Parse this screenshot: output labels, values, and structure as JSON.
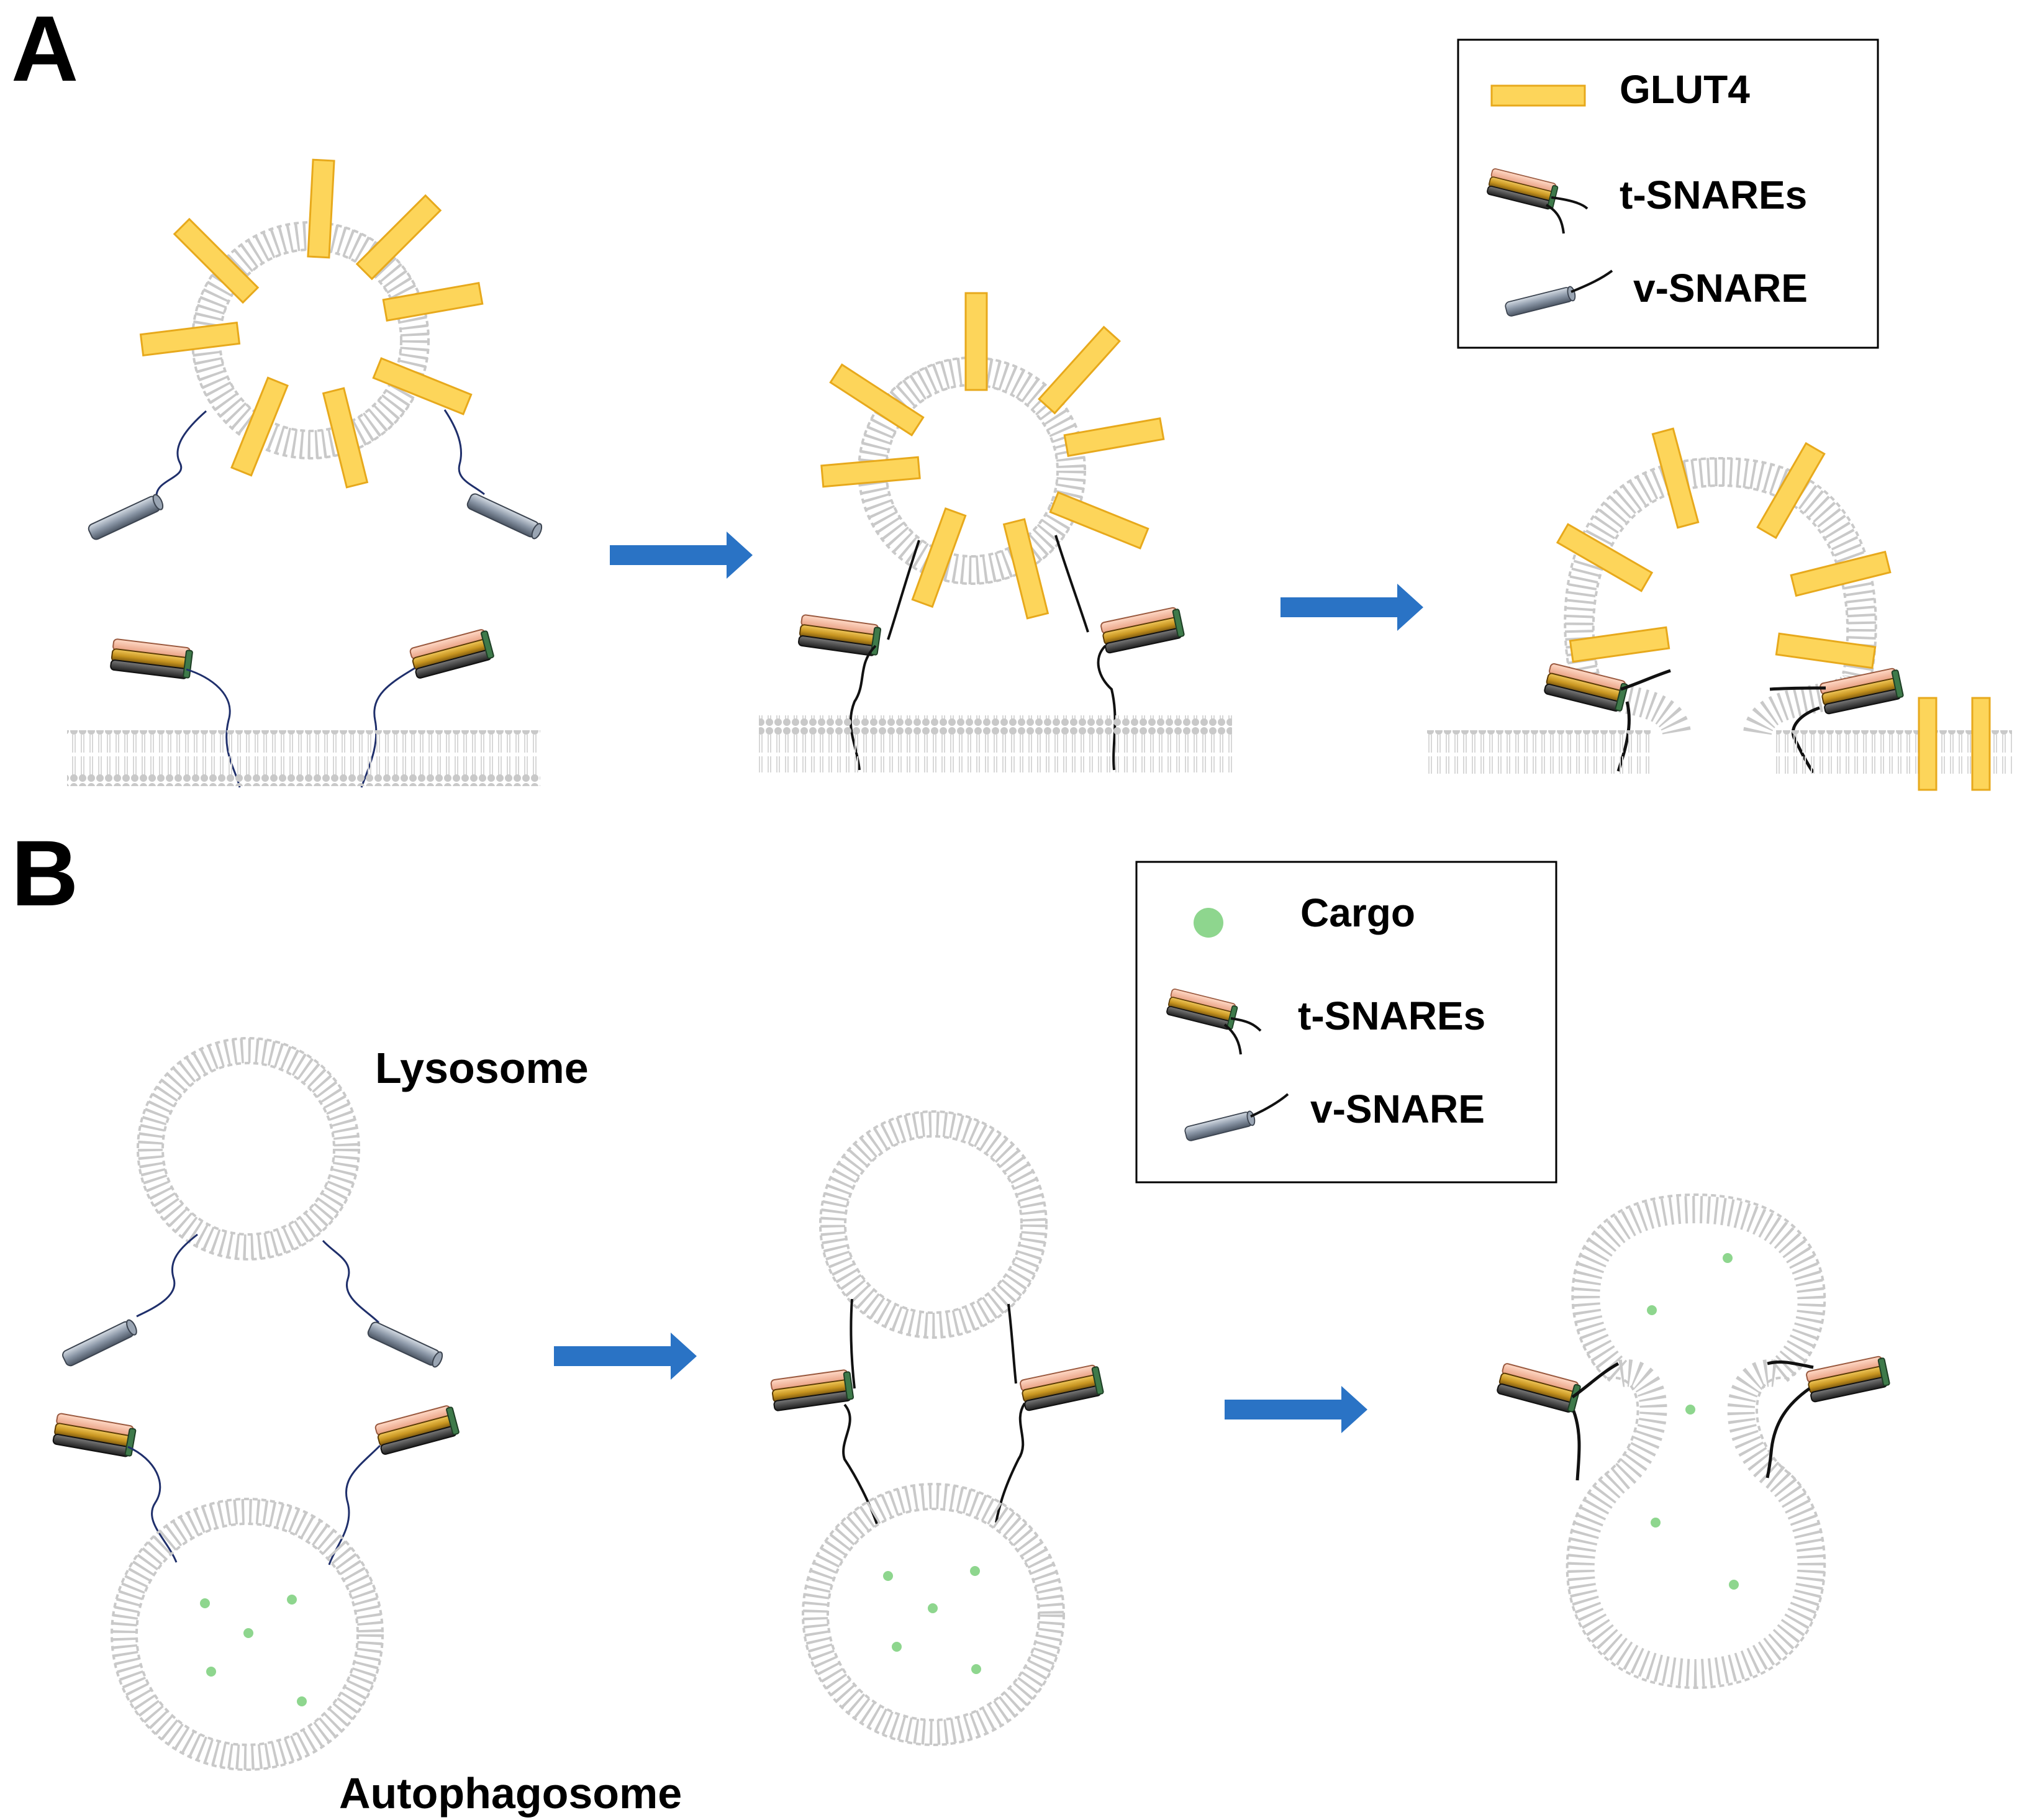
{
  "panels": {
    "a": {
      "label": "A"
    },
    "b": {
      "label": "B"
    }
  },
  "legend_a": {
    "items": [
      {
        "icon": "glut4-bar-icon",
        "label": "GLUT4"
      },
      {
        "icon": "t-snare-icon",
        "label": "t-SNAREs"
      },
      {
        "icon": "v-snare-icon",
        "label": "v-SNARE"
      }
    ]
  },
  "legend_b": {
    "items": [
      {
        "icon": "cargo-dot-icon",
        "label": "Cargo"
      },
      {
        "icon": "t-snare-icon",
        "label": "t-SNAREs"
      },
      {
        "icon": "v-snare-icon",
        "label": "v-SNARE"
      }
    ]
  },
  "labels": {
    "lysosome": "Lysosome",
    "autophagosome": "Autophagosome"
  },
  "colors": {
    "glut4_fill": "#FDD55A",
    "glut4_stroke": "#E7A91C",
    "membrane": "#C9C9C9",
    "membrane_light": "#E4E4E4",
    "arrow": "#2A73C5",
    "cargo": "#8ED68E",
    "t_snare_gold": "#C89520",
    "t_snare_pink": "#F2B79F",
    "t_snare_dark": "#3C3C3C",
    "v_snare": "#8A96A6",
    "linker_blue": "#1F2F6B",
    "linker_black": "#111111"
  }
}
